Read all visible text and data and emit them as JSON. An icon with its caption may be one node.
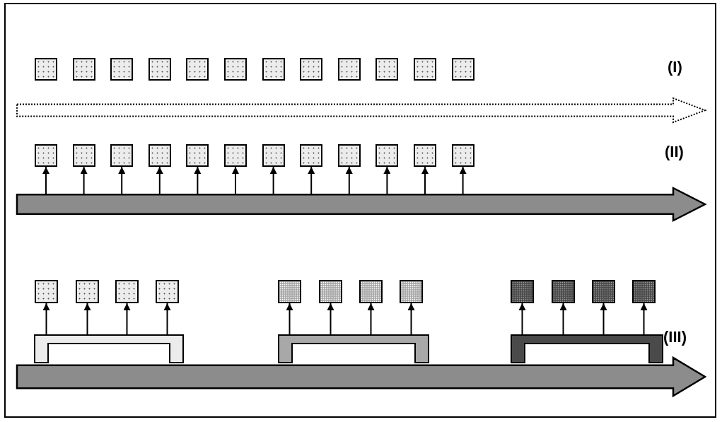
{
  "diagram": {
    "nodes": [
      {
        "text": [],
        "shape": "box"
      },
      {
        "text": [],
        "shape": "box"
      },
      {
        "text": [],
        "shape": "box"
      },
      {
        "text": [],
        "shape": "box"
      },
      {
        "text": [],
        "shape": "box"
      },
      {
        "text": [],
        "shape": "box"
      },
      {
        "text": [],
        "shape": "box"
      },
      {
        "text": [],
        "shape": "box"
      },
      {
        "text": [],
        "shape": "box"
      },
      {
        "text": [],
        "shape": "box"
      },
      {
        "text": [],
        "shape": "box"
      },
      {
        "text": [],
        "shape": "box"
      },
      {
        "text": [],
        "shape": "arrow"
      },
      {
        "text": [],
        "shape": "box"
      },
      {
        "text": [],
        "shape": "box"
      },
      {
        "text": [],
        "shape": "box"
      },
      {
        "text": [],
        "shape": "box"
      },
      {
        "text": [],
        "shape": "box"
      },
      {
        "text": [],
        "shape": "box"
      },
      {
        "text": [],
        "shape": "box"
      },
      {
        "text": [],
        "shape": "box"
      },
      {
        "text": [],
        "shape": "box"
      },
      {
        "text": [],
        "shape": "box"
      },
      {
        "text": [],
        "shape": "box"
      },
      {
        "text": [],
        "shape": "box"
      },
      {
        "text": [],
        "shape": "arrow"
      },
      {
        "text": [],
        "shape": "box"
      },
      {
        "text": [],
        "shape": "box"
      },
      {
        "text": [],
        "shape": "box"
      },
      {
        "text": [],
        "shape": "box"
      },
      {
        "text": [],
        "shape": "box"
      },
      {
        "text": [],
        "shape": "box"
      },
      {
        "text": [],
        "shape": "box"
      },
      {
        "text": [],
        "shape": "box"
      },
      {
        "text": [],
        "shape": "box"
      },
      {
        "text": [],
        "shape": "box"
      },
      {
        "text": [],
        "shape": "box"
      },
      {
        "text": [],
        "shape": "box"
      },
      {
        "text": [],
        "shape": "bar"
      },
      {
        "text": [],
        "shape": "bar"
      },
      {
        "text": [],
        "shape": "bar"
      },
      {
        "text": [],
        "shape": "arrow"
      }
    ],
    "edges": [
      {
        "from": 25,
        "to": 13,
        "arrow": "to"
      },
      {
        "from": 25,
        "to": 14,
        "arrow": "to"
      },
      {
        "from": 25,
        "to": 15,
        "arrow": "to"
      },
      {
        "from": 25,
        "to": 16,
        "arrow": "to"
      },
      {
        "from": 25,
        "to": 17,
        "arrow": "to"
      },
      {
        "from": 25,
        "to": 18,
        "arrow": "to"
      },
      {
        "from": 25,
        "to": 19,
        "arrow": "to"
      },
      {
        "from": 25,
        "to": 20,
        "arrow": "to"
      },
      {
        "from": 25,
        "to": 21,
        "arrow": "to"
      },
      {
        "from": 25,
        "to": 22,
        "arrow": "to"
      },
      {
        "from": 25,
        "to": 23,
        "arrow": "to"
      },
      {
        "from": 25,
        "to": 24,
        "arrow": "to"
      },
      {
        "from": 38,
        "to": 26,
        "arrow": "to"
      },
      {
        "from": 38,
        "to": 27,
        "arrow": "to"
      },
      {
        "from": 38,
        "to": 28,
        "arrow": "to"
      },
      {
        "from": 38,
        "to": 29,
        "arrow": "to"
      },
      {
        "from": 39,
        "to": 30,
        "arrow": "to"
      },
      {
        "from": 39,
        "to": 31,
        "arrow": "to"
      },
      {
        "from": 39,
        "to": 32,
        "arrow": "to"
      },
      {
        "from": 39,
        "to": 33,
        "arrow": "to"
      },
      {
        "from": 40,
        "to": 34,
        "arrow": "to"
      },
      {
        "from": 40,
        "to": 35,
        "arrow": "to"
      },
      {
        "from": 40,
        "to": 36,
        "arrow": "to"
      },
      {
        "from": 40,
        "to": 37,
        "arrow": "to"
      }
    ],
    "labels": [
      "(I)",
      "(II)",
      "(III)"
    ]
  }
}
